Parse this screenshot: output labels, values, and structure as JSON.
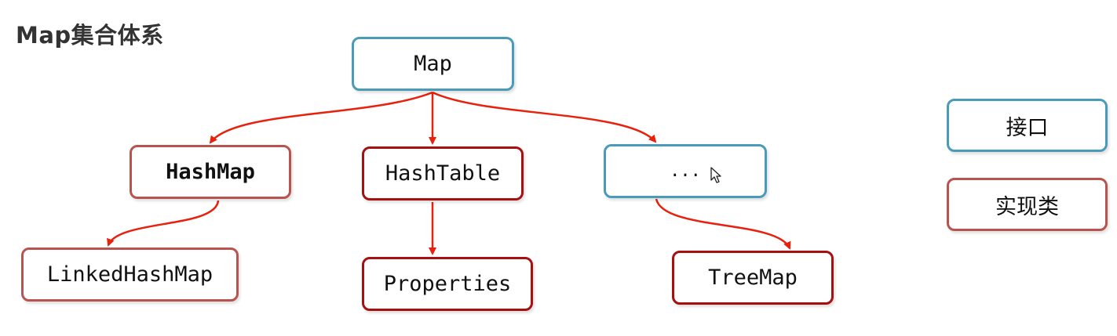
{
  "title": "Map集合体系",
  "nodes": {
    "map": "Map",
    "hashmap": "HashMap",
    "hashtable": "HashTable",
    "ellipsis": "...",
    "linkedhashmap": "LinkedHashMap",
    "properties": "Properties",
    "treemap": "TreeMap"
  },
  "legend": {
    "interface": "接口",
    "impl": "实现类"
  },
  "colors": {
    "interface_border": "#4a9ab9",
    "impl_border_light": "#b85450",
    "impl_border_dark": "#a80f0f",
    "arrow": "#e8200c"
  }
}
